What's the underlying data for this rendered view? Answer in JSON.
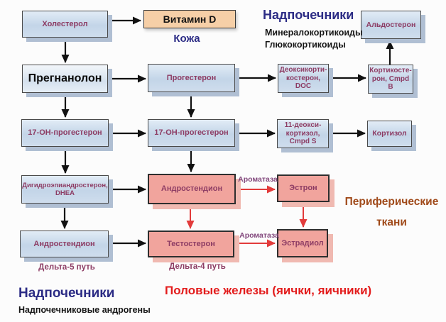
{
  "boxes": {
    "cholesterol": {
      "label": "Холестерол"
    },
    "vitamin_d": {
      "label": "Витамин D"
    },
    "pregnanolone": {
      "label": "Прегнанолон"
    },
    "progesterone": {
      "label": "Прогестерон"
    },
    "doc": {
      "label": "Деоксикорти-\nкостерон,\nDOC"
    },
    "corticosterone": {
      "label": "Кортикосте-\nрон, Cmpd B"
    },
    "aldosterone": {
      "label": "Альдостерон"
    },
    "ohp_left": {
      "label": "17-ОН-прогестерон"
    },
    "ohp_mid": {
      "label": "17-ОН-прогестерон"
    },
    "deoxycortisol": {
      "label": "11-деокси-\nкортизол,\nCmpd S"
    },
    "cortisol": {
      "label": "Кортизол"
    },
    "dhea": {
      "label": "Дигидроэпиандростерон,\nDHEA"
    },
    "androstenedione_mid": {
      "label": "Андростендион"
    },
    "estrone": {
      "label": "Эстрон"
    },
    "androstenedione_left": {
      "label": "Андростендион"
    },
    "testosterone": {
      "label": "Тестостерон"
    },
    "estradiol": {
      "label": "Эстрадиол"
    }
  },
  "labels": {
    "skin": "Кожа",
    "adrenals_top": "Надпочечники",
    "mineralocorticoids": "Минералокортикоиды",
    "glucocorticoids": "Глюкокортикоиды",
    "aromatase_top": "Ароматаза",
    "aromatase_bottom": "Ароматаза",
    "peripheral_tissues": "Периферические\nткани",
    "delta5_path": "Дельта-5 путь",
    "delta4_path": "Дельта-4 путь",
    "adrenals_bottom": "Надпочечники",
    "adrenal_androgens": "Надпочечниковые андрогены",
    "gonads": "Половые  железы (яички, яичники)"
  },
  "colors": {
    "box_blue": "#c9d9e9",
    "box_pink": "#f1a49d",
    "box_peach": "#f6cfa7",
    "box_text_purple": "#8d3c64",
    "heading_navy": "#2c2c85",
    "peripheral_brown": "#a04a1a",
    "gonads_red": "#e31c1c",
    "arrow_black": "#111111",
    "arrow_red": "#e23b3b"
  }
}
